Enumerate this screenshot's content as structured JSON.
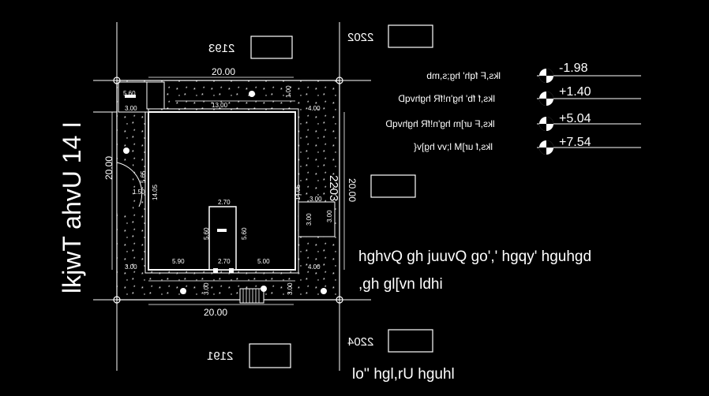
{
  "side_title": "lkjwT ahvU 14 I",
  "plot_numbers": {
    "top": "2193",
    "top_right": "2202",
    "right": "2203",
    "bottom_right": "2204",
    "bottom": "2191"
  },
  "dimensions": {
    "plot_width_top": "20.00",
    "plot_width_bottom": "20.00",
    "plot_depth_left": "20.00",
    "plot_depth_right": "20.00",
    "inner_width": "13.00",
    "building_depth_left": "14.05",
    "building_depth_right": "14.05",
    "setback_top_left": "3.00",
    "setback_top_right": "4.00",
    "setback_right": "3.00",
    "setback_bottom_left": "3.00",
    "setback_bottom_right": "4.00",
    "bottom_left_span": "5.90",
    "bottom_center_span": "2.70",
    "bottom_right_span": "5.00",
    "core_width": "2.70",
    "core_depth_left": "5.60",
    "core_depth_right": "5.60",
    "gate_width": "5.60",
    "side_small": "1.50",
    "side_mid": "5.65",
    "top_side": "1.00",
    "bottom_small_1": "3.00",
    "bottom_small_2": "3.00",
    "right_mid_1": "3.00",
    "right_mid_2": "3.00"
  },
  "levels": [
    {
      "label": "lks,F fqh' hg;s,mb",
      "value": "-1.98"
    },
    {
      "label": "lks,f fb' hg'n!fR hghvqD",
      "value": "+1.40"
    },
    {
      "label": "lks,F ur]m hg'n!fR hghvqD",
      "value": "+5.04"
    },
    {
      "label": "lks,f ur]M l;vv hg]v{",
      "value": "+7.54"
    }
  ],
  "notes": {
    "line1": "hghvQ gh juuvQ go',' hgqy' hguhgd",
    "line2": ",gh gl[vn ldhi",
    "line3": "lo'' hgl,rU hguhl"
  },
  "colors": {
    "background": "#000000",
    "line": "#ffffff",
    "level_marker": "#ffffff"
  }
}
